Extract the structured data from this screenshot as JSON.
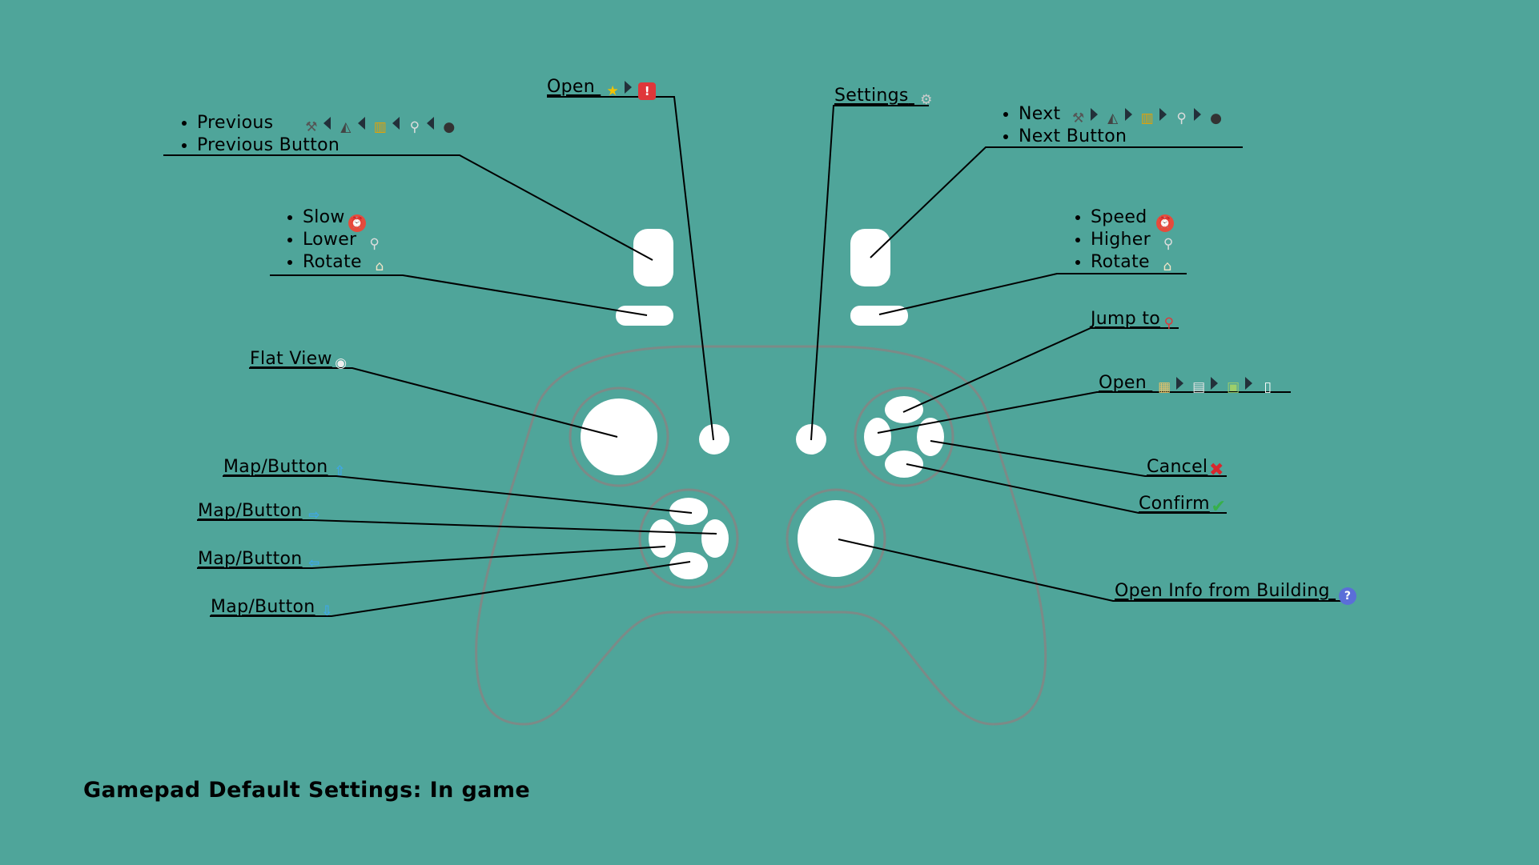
{
  "title": "Gamepad Default Settings: In game",
  "labels": {
    "previous": "Previous",
    "previous_button": "Previous Button",
    "open_top": "Open",
    "settings": "Settings",
    "next": "Next",
    "next_button": "Next Button",
    "slow": "Slow",
    "lower": "Lower",
    "rotate_left": "Rotate",
    "speed": "Speed",
    "higher": "Higher",
    "rotate_right": "Rotate",
    "jump_to": "Jump to",
    "flat_view": "Flat View",
    "open_right": "Open",
    "cancel": "Cancel",
    "confirm": "Confirm",
    "map_up": "Map/Button",
    "map_right": "Map/Button",
    "map_left": "Map/Button",
    "map_down": "Map/Button",
    "open_info": "Open Info from Building"
  },
  "icons": {
    "tools": "hammer-wrench-icon",
    "road": "road-icon",
    "barrier": "construction-barrier-icon",
    "shovel": "shovel-icon",
    "bomb": "bomb-icon",
    "alarm": "alarm-clock-icon",
    "house": "house-icon",
    "pin": "map-pin-icon",
    "eye": "eye-icon",
    "star": "star-icon",
    "alert": "alert-box-icon",
    "gear": "gear-icon",
    "cross": "red-cross-icon",
    "check": "green-check-icon",
    "info": "info-question-icon",
    "map": "map-icon",
    "building": "building-icon",
    "picture": "picture-icon",
    "clipboard": "clipboard-icon",
    "arrow_up": "arrow-up-icon",
    "arrow_right": "arrow-right-icon",
    "arrow_left": "arrow-left-icon",
    "arrow_down": "arrow-down-icon"
  },
  "colors": {
    "background": "#4fa59a",
    "controller_outline": "#7c8a87",
    "button_fill": "#ffffff",
    "leader_line": "#000000",
    "cross": "#d9262d",
    "check": "#37b04a",
    "arrow": "#3fa7e6",
    "star": "#f2c200",
    "alert": "#e0373a"
  }
}
